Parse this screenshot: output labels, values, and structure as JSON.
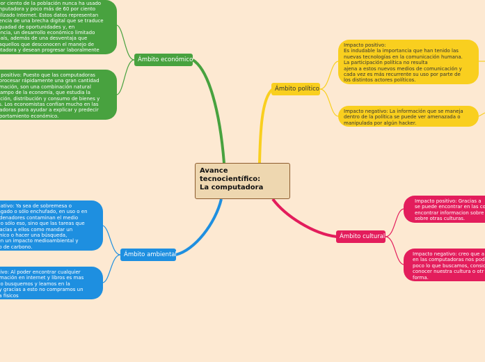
{
  "colors": {
    "background": "#fde9d2",
    "economico": "#48a23f",
    "politico": "#f9cf1f",
    "ambiental": "#1e8fe0",
    "cultural": "#e31d5c",
    "center_fill": "#eed7b0",
    "center_border": "#8c5b2e"
  },
  "center": {
    "title": "Avance\ntecnocientífico:\nLa computadora"
  },
  "branches": {
    "economico": {
      "label": "Ámbito económico",
      "leaves": [
        "l por ciento de la población nunca ha usado\nomputadora y poco más de 60 por ciento\nutilizado Internet. Estos datos representan\nstencia de una brecha digital que se traduce\nsiguadad de oportunidades y, en\nuencia, un desarrollo económico limitado\nl país, además de una desventaja que\na aquellos que desconocen el manejo de\nputadora y desean progresar laboralmente",
        "to positivo: Puesto que las computadoras\nn procesar rápidamente una gran cantidad\normación, son una combinación natural\nl campo de la economía, que estudia la\nucción, distribución y consumo de bienes y\nios. Los economistas confían mucho en las\nutadoras para ayudar a explicar y predecir\nmportamiento económico."
      ]
    },
    "politico": {
      "label": "Ámbito político",
      "leaves": [
        "Impacto positivo:\nEs indudable la importancia que han tenido las\nnuevas tecnologías en la comunicación humana.\nLa participación política no resulta\najena a estos nuevos medios de comunicación y\ncada vez es más recurrente su uso por parte de\nlos distintos actores políticos.",
        "Impacto negativo: La información que se maneja\ndentro de la política se puede ver amenazada o\nmanipulada por algún hacker."
      ]
    },
    "ambiental": {
      "label": "Ámbito ambiental",
      "leaves": [
        "egativo: Ya sea de sobremesa o\npagado o sólo enchufado, en uso o en\nordenadores contaminan el medio\n' no sólo eso, sino que las tareas que\ngracias a ellos como mandar un\nrónico o hacer una búsqueda,\nnen un impacto medioambiental y\nido de carbono.",
        "sitivo: Al poder encontrar cualquier\normación en internet y libros es mas\ne lo busquemos y leamos en la\na y gracias a esto no compramos un\nsta fisicos"
      ]
    },
    "cultural": {
      "label": "Ámbito cultural",
      "leaves": [
        "Impacto positivo: Gracias a\nse puede encontrar en las co\nencontrar informacion sobre\nsobre otras culturas.",
        "Impacto negativo: creo que a\nen las computadoras nos pod\npoco lo que buscamos, consid\nconocer nuestra cultura o otr\nforma."
      ]
    }
  }
}
